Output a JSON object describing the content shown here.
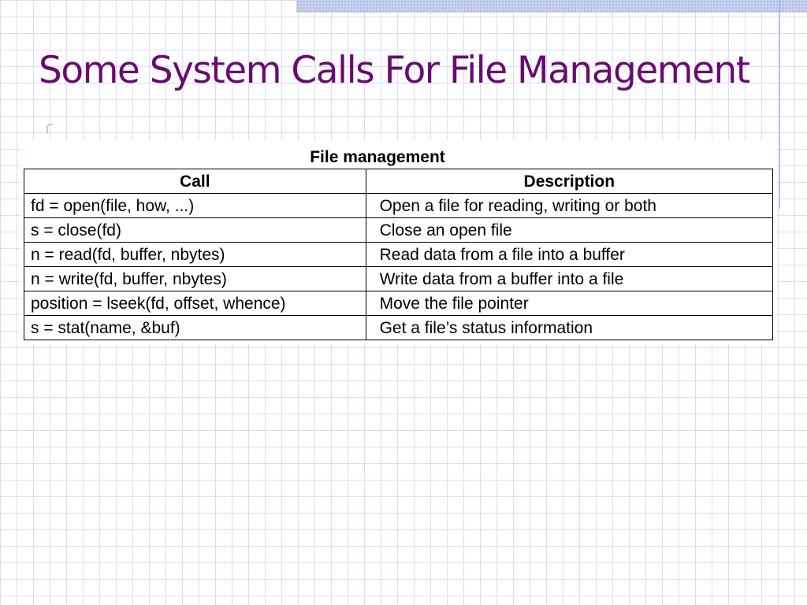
{
  "slide": {
    "title": "Some System Calls For File Management"
  },
  "table": {
    "caption": "File management",
    "headers": [
      "Call",
      "Description"
    ],
    "rows": [
      [
        "fd = open(file, how, ...)",
        "Open a file for reading, writing or both"
      ],
      [
        "s = close(fd)",
        "Close an open file"
      ],
      [
        "n = read(fd, buffer, nbytes)",
        "Read data from a file into a buffer"
      ],
      [
        "n = write(fd, buffer, nbytes)",
        "Write data from a buffer into a file"
      ],
      [
        "position = lseek(fd, offset, whence)",
        "Move the file pointer"
      ],
      [
        "s = stat(name, &buf)",
        "Get a file’s status information"
      ]
    ]
  },
  "colors": {
    "title": "#6a0a72",
    "grid": "#d8def2",
    "band": "#c9d2ee"
  },
  "icons": {
    "bullet": "curl-bullet-icon"
  }
}
